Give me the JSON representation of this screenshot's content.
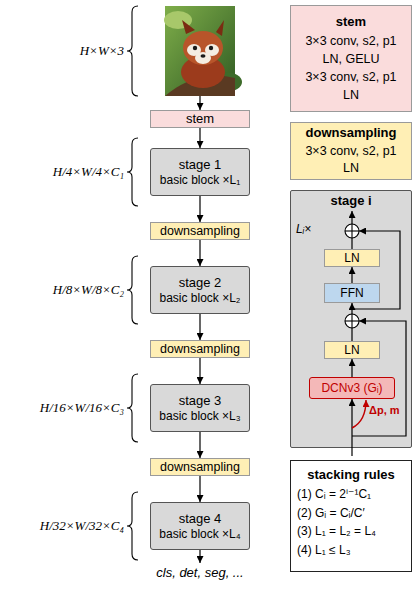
{
  "diagram": {
    "nodes": [
      {
        "text": [
          "stem"
        ]
      },
      {
        "text": [
          "stage 1",
          "basic block ×L₁"
        ]
      },
      {
        "text": [
          "downsampling"
        ]
      },
      {
        "text": [
          "stage 2",
          "basic block ×L₂"
        ]
      },
      {
        "text": [
          "downsampling"
        ]
      },
      {
        "text": [
          "stage 3",
          "basic block ×L₃"
        ]
      },
      {
        "text": [
          "downsampling"
        ]
      },
      {
        "text": [
          "stage 4",
          "basic block ×L₄"
        ]
      },
      {
        "text": [
          "stem",
          "3×3 conv, s2, p1",
          "LN, GELU",
          "3×3 conv, s2, p1",
          "LN"
        ]
      },
      {
        "text": [
          "downsampling",
          "3×3 conv, s2, p1",
          "LN"
        ]
      },
      {
        "text": [
          "stage i"
        ]
      },
      {
        "text": [
          "LN"
        ],
        "in": 10
      },
      {
        "text": [
          "FFN"
        ],
        "in": 10
      },
      {
        "text": [
          "LN"
        ],
        "in": 10
      },
      {
        "text": [
          "DCNv3 (Gᵢ)"
        ],
        "in": 10
      },
      {
        "text": [
          "stacking rules",
          "(1) Cᵢ = 2ⁱ⁻¹C₁",
          "(2) Gᵢ = Cᵢ/C′",
          "(3) L₁ = L₂ = L₄",
          "(4) L₁ ≤ L₃"
        ]
      }
    ],
    "edges": [
      {
        "from": 0,
        "to": 1,
        "arrow": "to"
      },
      {
        "from": 1,
        "to": 2,
        "arrow": "to"
      },
      {
        "from": 2,
        "to": 3,
        "arrow": "to"
      },
      {
        "from": 3,
        "to": 4,
        "arrow": "to"
      },
      {
        "from": 4,
        "to": 5,
        "arrow": "to"
      },
      {
        "from": 5,
        "to": 6,
        "arrow": "to"
      },
      {
        "from": 6,
        "to": 7,
        "arrow": "to"
      },
      {
        "from": 14,
        "to": 13,
        "arrow": "to"
      },
      {
        "from": 13,
        "to": 12,
        "arrow": "to"
      },
      {
        "from": 12,
        "to": 11,
        "arrow": "to"
      }
    ],
    "labels": [
      "H×W×3",
      "H/4×W/4×C₁",
      "H/8×W/8×C₂",
      "H/16×W/16×C₃",
      "H/32×W/32×C₄",
      "cls, det, seg, ...",
      "Lᵢ×",
      "Δp, m"
    ]
  }
}
